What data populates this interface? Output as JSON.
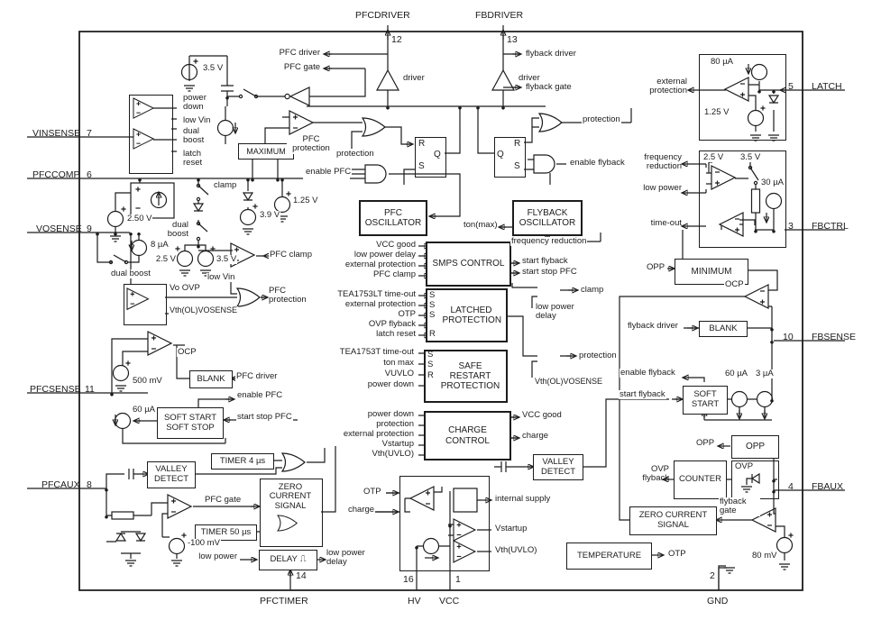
{
  "pins": {
    "vinsense": {
      "name": "VINSENSE",
      "num": "7"
    },
    "pfccomp": {
      "name": "PFCCOMP",
      "num": "6"
    },
    "vosense": {
      "name": "VOSENSE",
      "num": "9"
    },
    "pfcsense": {
      "name": "PFCSENSE",
      "num": "11"
    },
    "pfcaux": {
      "name": "PFCAUX",
      "num": "8"
    },
    "pfcdriver": {
      "name": "PFCDRIVER",
      "num": "12"
    },
    "fbdriver": {
      "name": "FBDRIVER",
      "num": "13"
    },
    "latch": {
      "name": "LATCH",
      "num": "5"
    },
    "fbctrl": {
      "name": "FBCTRL",
      "num": "3"
    },
    "fbsense": {
      "name": "FBSENSE",
      "num": "10"
    },
    "fbaux": {
      "name": "FBAUX",
      "num": "4"
    },
    "pfctimer": {
      "name": "PFCTIMER",
      "num": "14"
    },
    "hv": {
      "name": "HV",
      "num": "16"
    },
    "vcc": {
      "name": "VCC",
      "num": "1"
    },
    "gnd": {
      "name": "GND",
      "num": "2"
    }
  },
  "blocks": {
    "maximum": "MAXIMUM",
    "pfc_oscillator": "PFC OSCILLATOR",
    "flyback_oscillator": "FLYBACK OSCILLATOR",
    "smps_control": "SMPS CONTROL",
    "latched_protection": "LATCHED PROTECTION",
    "safe_restart_protection": "SAFE RESTART PROTECTION",
    "charge_control": "CHARGE CONTROL",
    "valley_detect": "VALLEY DETECT",
    "blank": "BLANK",
    "soft_start": "SOFT START",
    "soft_stop": "SOFT STOP",
    "timer_4us": "TIMER 4 µs",
    "timer_50us": "TIMER 50 µs",
    "zero_current_signal": "ZERO CURRENT SIGNAL",
    "delay": "DELAY",
    "pulse": "⎍",
    "temperature": "TEMPERATURE",
    "minimum": "MINIMUM",
    "opp": "OPP",
    "counter": "COUNTER",
    "ovp": "OVP"
  },
  "ff": {
    "r": "R",
    "s": "S",
    "q": "Q"
  },
  "labels": {
    "pfc_driver": "PFC driver",
    "pfc_gate": "PFC gate",
    "driver": "driver",
    "flyback_driver": "flyback driver",
    "flyback_gate": "flyback gate",
    "protection": "protection",
    "pfc_protection": "PFC protection",
    "enable_pfc": "enable PFC",
    "enable_flyback": "enable flyback",
    "power_down": "power down",
    "low_vin": "low Vin",
    "dual_boost": "dual boost",
    "latch_reset": "latch reset",
    "clamp": "clamp",
    "pfc_clamp": "PFC clamp",
    "vo_ovp": "Vo OVP",
    "vth_ol_vosense": "Vth(OL)VOSENSE",
    "ocp": "OCP",
    "external_protection": "external protection",
    "frequency_reduction": "frequency reduction",
    "low_power": "low power",
    "time_out": "time-out",
    "opp": "OPP",
    "ovp_flyback": "OVP flyback",
    "start_flyback": "start flyback",
    "start_stop_pfc": "start stop PFC",
    "vcc_good": "VCC good",
    "low_power_delay": "low power delay",
    "tea1753lt_timeout": "TEA1753LT time-out",
    "tea1753t_timeout": "TEA1753T time-out",
    "otp": "OTP",
    "ton_max": "ton max",
    "vuvlo": "VUVLO",
    "vstartup": "Vstartup",
    "vth_uvlo": "Vth(UVLO)",
    "charge": "charge",
    "ton_max_out": "ton(max)",
    "internal_supply": "internal supply",
    "v_3v5": "3.5 V",
    "v_2v5": "2.5 V",
    "v_2v50": "2.50 V",
    "v_3v9": "3.9 V",
    "v_1v25": "1.25 V",
    "i_80ua": "80 µA",
    "i_60ua": "60 µA",
    "i_30ua": "30 µA",
    "i_8ua": "8 µA",
    "i_3ua": "3 µA",
    "mv_500": "500 mV",
    "mv_80": "80 mV",
    "mv_n100": "-100 mV"
  }
}
